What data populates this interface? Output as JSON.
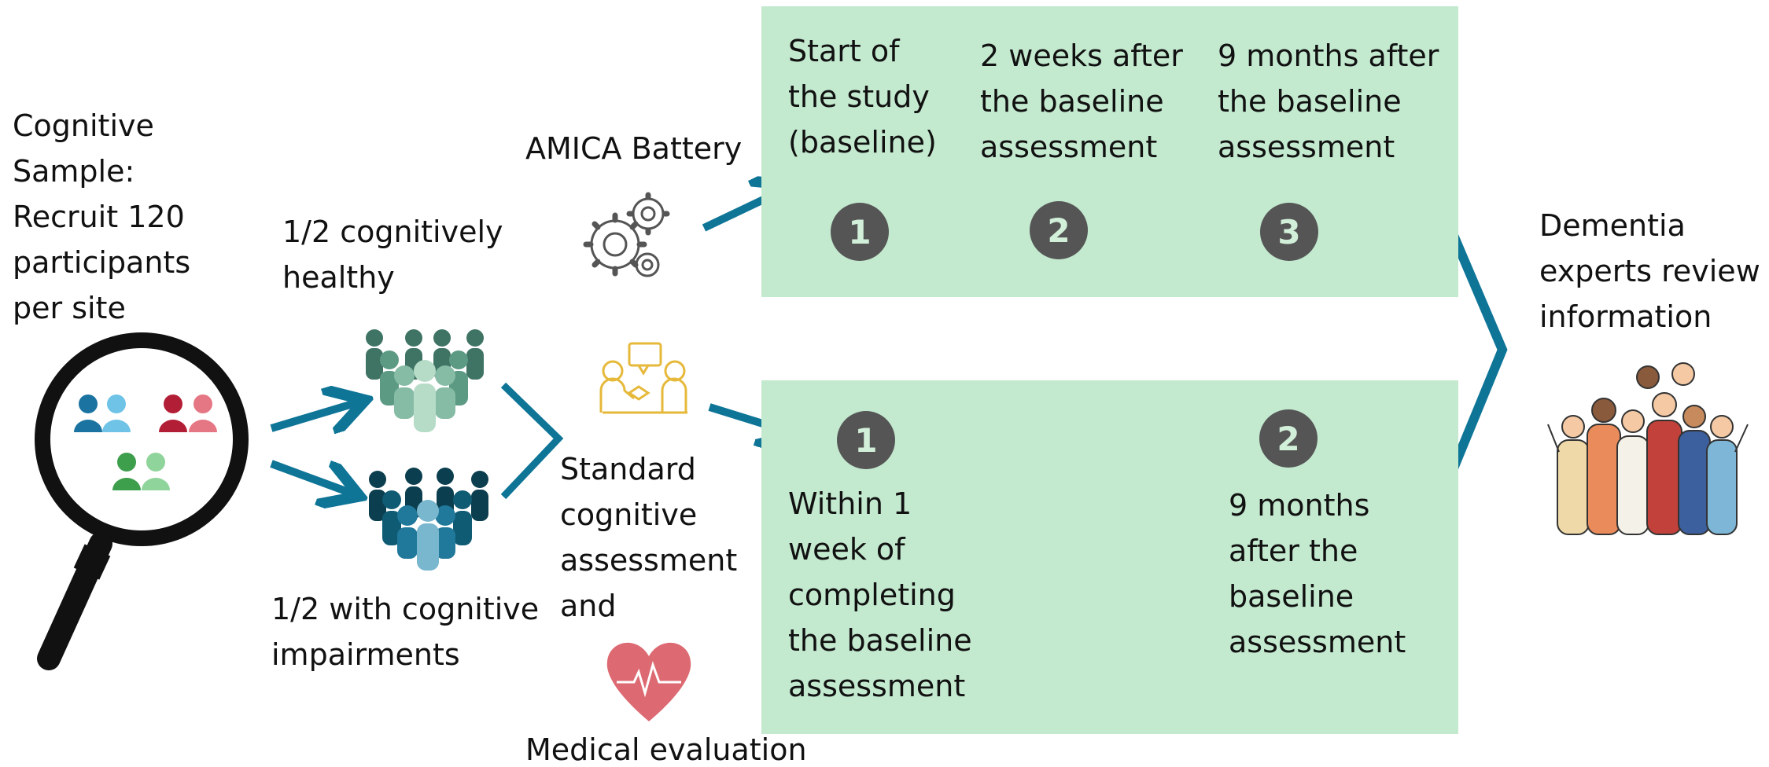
{
  "sample_label": "Cognitive\nSample:\nRecruit 120\nparticipants\nper site",
  "healthy_label": "1/2 cognitively\nhealthy",
  "impaired_label": "1/2 with cognitive\nimpairments",
  "amica_label": "AMICA Battery",
  "standard_label": "Standard\ncognitive\nassessment\nand",
  "medical_label": "Medical evaluation",
  "top_panel": {
    "steps": [
      {
        "number": "1",
        "label": "Start of\nthe study\n(baseline)"
      },
      {
        "number": "2",
        "label": "2 weeks after\nthe baseline\nassessment"
      },
      {
        "number": "3",
        "label": "9 months after\nthe baseline\nassessment"
      }
    ]
  },
  "bottom_panel": {
    "steps": [
      {
        "number": "1",
        "label": "Within 1\nweek of\ncompleting\nthe baseline\nassessment"
      },
      {
        "number": "2",
        "label": "9 months\nafter the\nbaseline\nassessment"
      }
    ]
  },
  "outcome_label": "Dementia\nexperts review\ninformation",
  "colors": {
    "arrow": "#0e7597",
    "panel": "#c3e9cf",
    "badge": "#555555",
    "badge_text": "#d2f0d9",
    "healthy_people": "#5c9a83",
    "impaired_people": "#0f5b73",
    "heart": "#dd6a72",
    "assessment_icon": "#e6b93b",
    "magnifier": "#111111"
  }
}
